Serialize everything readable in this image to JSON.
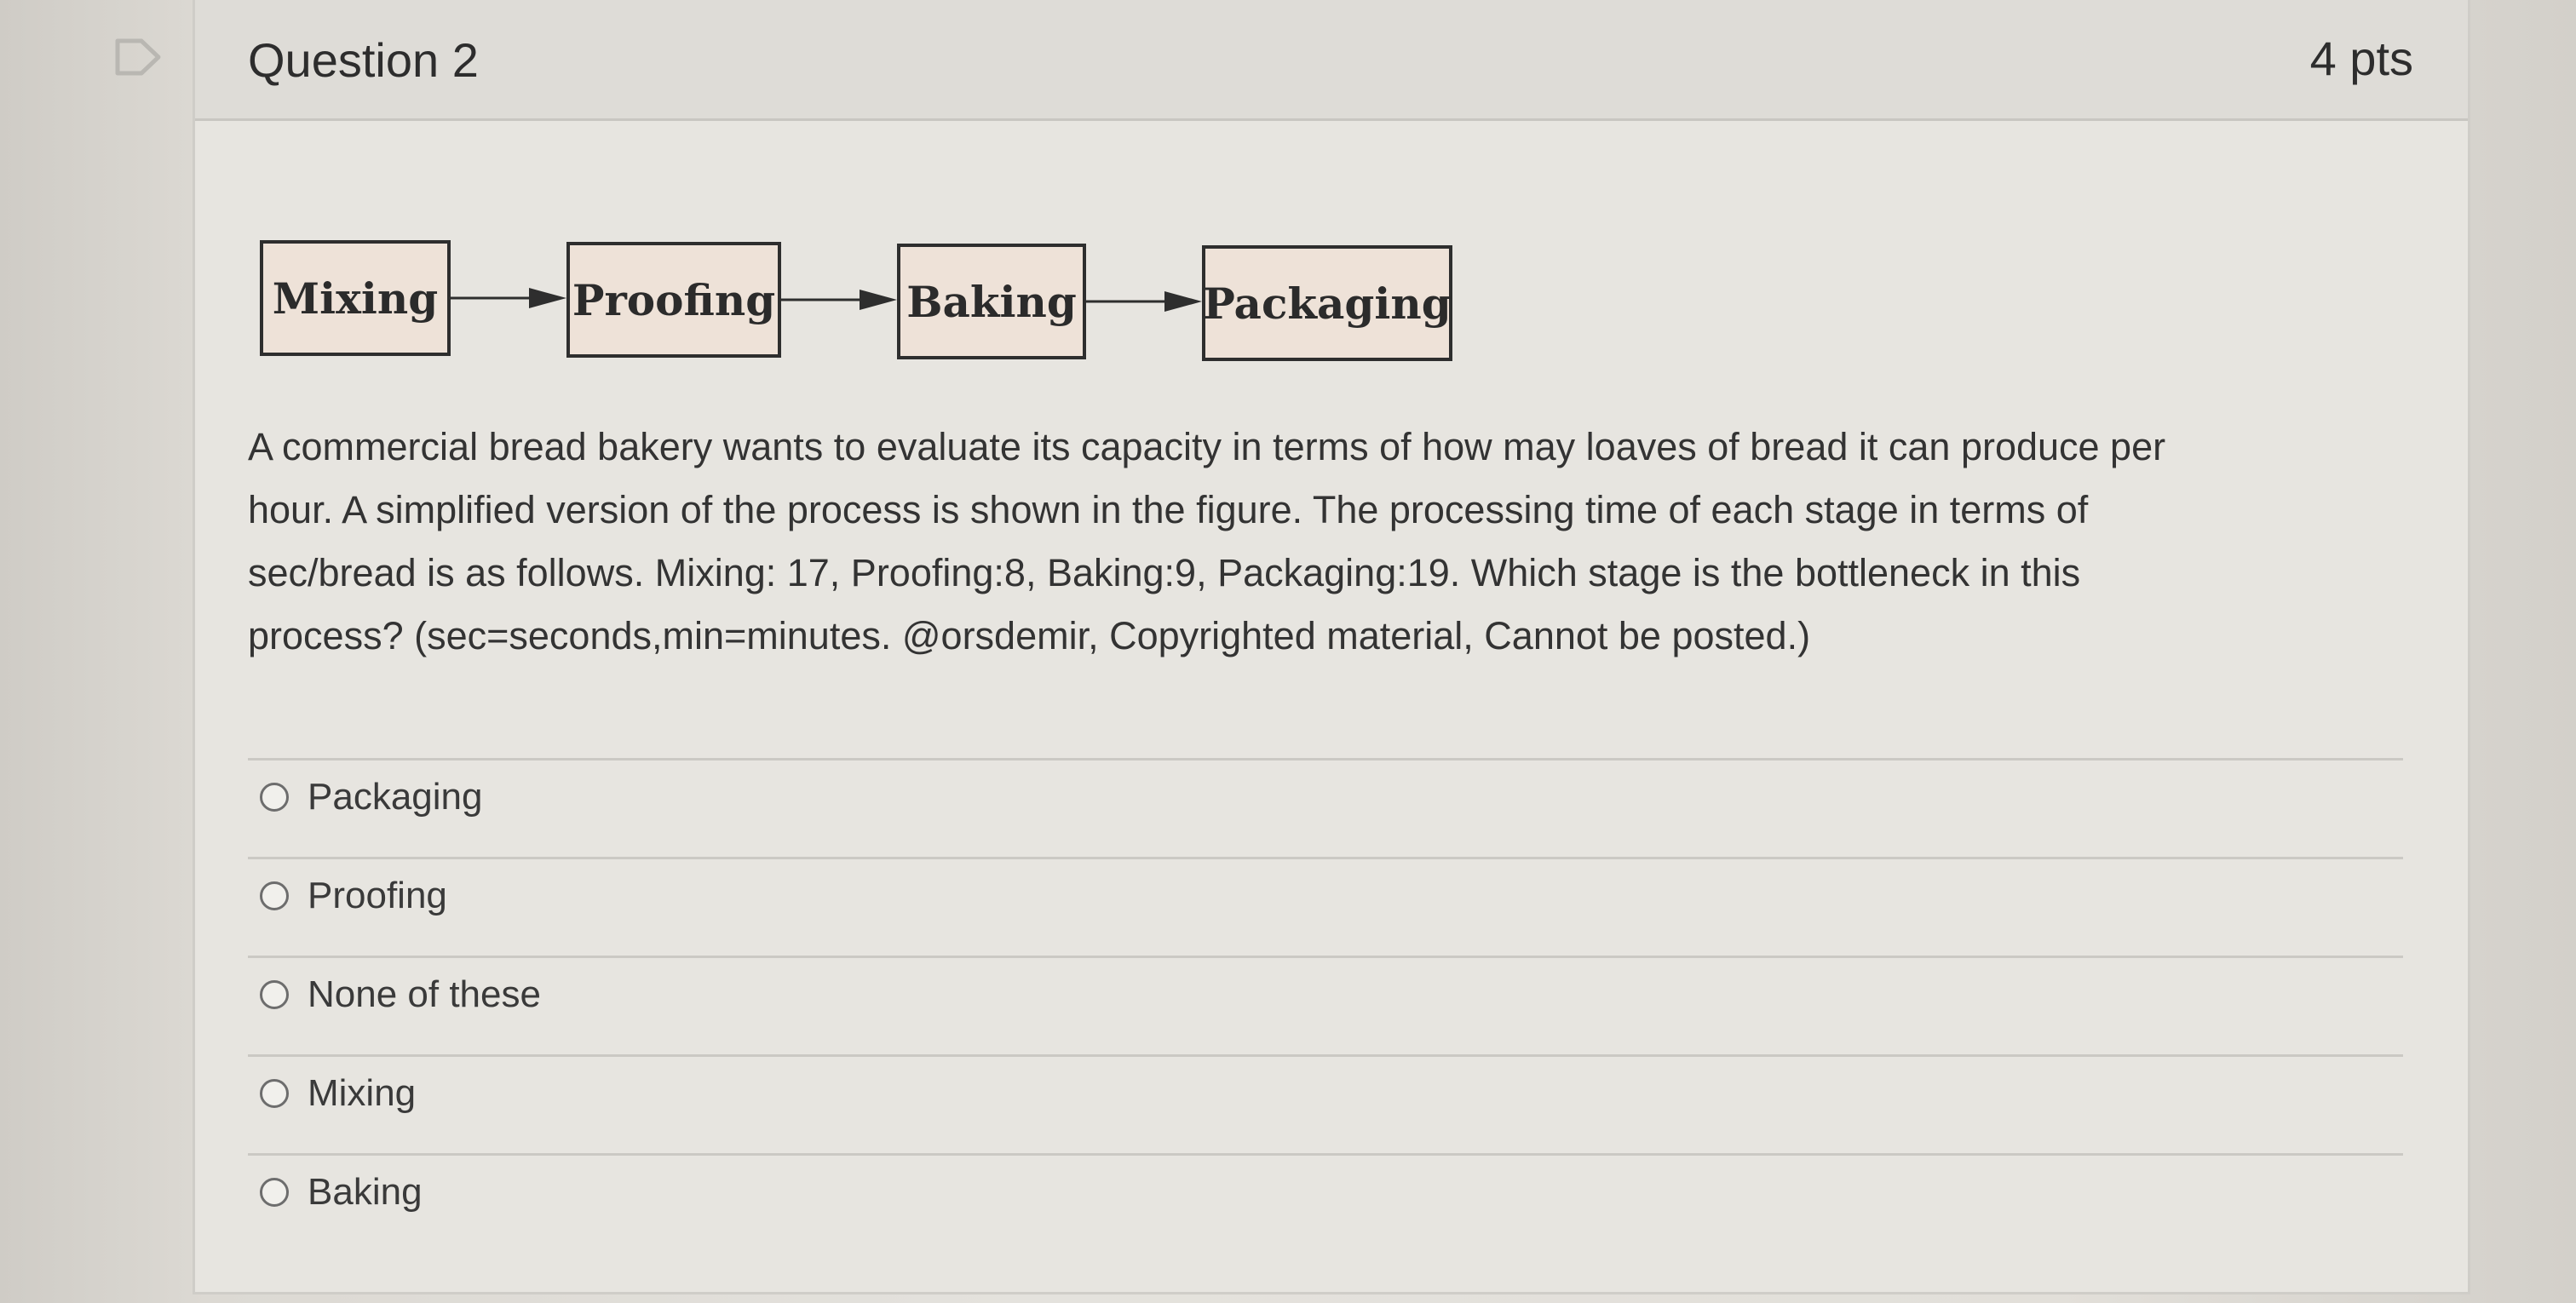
{
  "question": {
    "title": "Question 2",
    "points": "4 pts",
    "text_lines": [
      "A commercial bread bakery wants to evaluate its capacity in terms of how may loaves of bread it can produce per",
      "hour. A simplified version of the process is shown in the figure. The processing time of each stage in terms of",
      "sec/bread is as follows. Mixing: 17, Proofing:8, Baking:9, Packaging:19. Which stage is the bottleneck in this",
      "process? (sec=seconds,min=minutes. @orsdemir, Copyrighted material, Cannot be posted.)"
    ]
  },
  "diagram": {
    "stages": [
      "Mixing",
      "Proofing",
      "Baking",
      "Packaging"
    ]
  },
  "answers": [
    {
      "label": "Packaging"
    },
    {
      "label": "Proofing"
    },
    {
      "label": "None of these"
    },
    {
      "label": "Mixing"
    },
    {
      "label": "Baking"
    }
  ],
  "colors": {
    "stage_fill": "#eee2d8",
    "stage_border": "#2e2e2e",
    "card_background": "#e7e5e0",
    "header_background": "#dedcd7"
  },
  "icons": {
    "flag": "flag-outline-icon",
    "radio": "radio-unchecked-icon"
  }
}
